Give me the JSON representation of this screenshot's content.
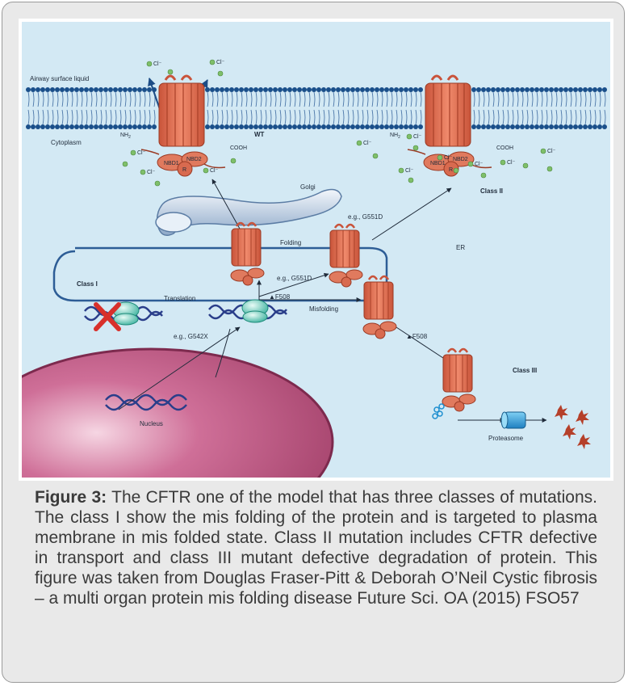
{
  "figure": {
    "labels": {
      "airway_surface_liquid": "Airway surface liquid",
      "cytoplasm": "Cytoplasm",
      "nh2_left": "NH",
      "nh2_right": "NH",
      "sub2": "2",
      "nbd1_left": "NBD1",
      "nbd2_left": "NBD2",
      "nbd1_right": "NBD1",
      "nbd2_right": "NBD2",
      "r_left": "R",
      "r_right": "R",
      "cooh_left": "COOH",
      "cooh_right": "COOH",
      "wt": "WT",
      "cl": "Cl⁻",
      "golgi": "Golgi",
      "eg_g551d_upper": "e.g., G551D",
      "eg_g551d_lower": "e.g., G551D",
      "folding": "Folding",
      "er": "ER",
      "class_i": "Class I",
      "class_ii": "Class II",
      "class_iii": "Class III",
      "translation": "Translation",
      "f508_upper": "▲F508",
      "f508_lower": "▲F508",
      "misfolding": "Misfolding",
      "eg_g542x": "e.g., G542X",
      "nucleus": "Nucleus",
      "proteasome": "Proteasome"
    },
    "colors": {
      "background": "#d3e9f4",
      "membrane_head": "#1a4f8a",
      "protein": "#e0735a",
      "protein_dark": "#b8442c",
      "nucleus": "#b04870",
      "er_line": "#2d5d96",
      "chloride": "#7fbf6a",
      "proteasome": "#1e8fd0",
      "fragment": "#b5402a"
    }
  },
  "caption": {
    "label": "Figure 3:",
    "text": " The CFTR one of the model that has three classes of mutations. The class I show the mis folding of the protein and is targeted to plasma membrane in mis folded state. Class II mutation includes CFTR defective in transport and class III mutant defective degradation of protein. This figure was taken from Douglas Fraser-Pitt & Deborah O’Neil Cystic fibrosis – a multi organ protein mis folding disease Future Sci. OA (2015) FSO57"
  }
}
